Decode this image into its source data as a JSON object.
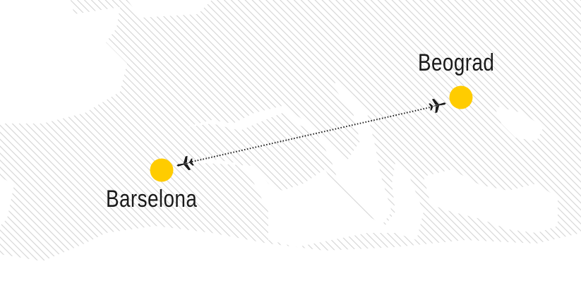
{
  "map": {
    "colors": {
      "land_hatch": "#d4d4d4",
      "sea": "#ffffff",
      "city_marker": "#ffcc00",
      "route": "#1a1a1a"
    },
    "cities": [
      {
        "name": "Beograd"
      },
      {
        "name": "Barselona"
      }
    ],
    "route": {
      "style": "dotted",
      "icon": "airplane-icon"
    }
  }
}
